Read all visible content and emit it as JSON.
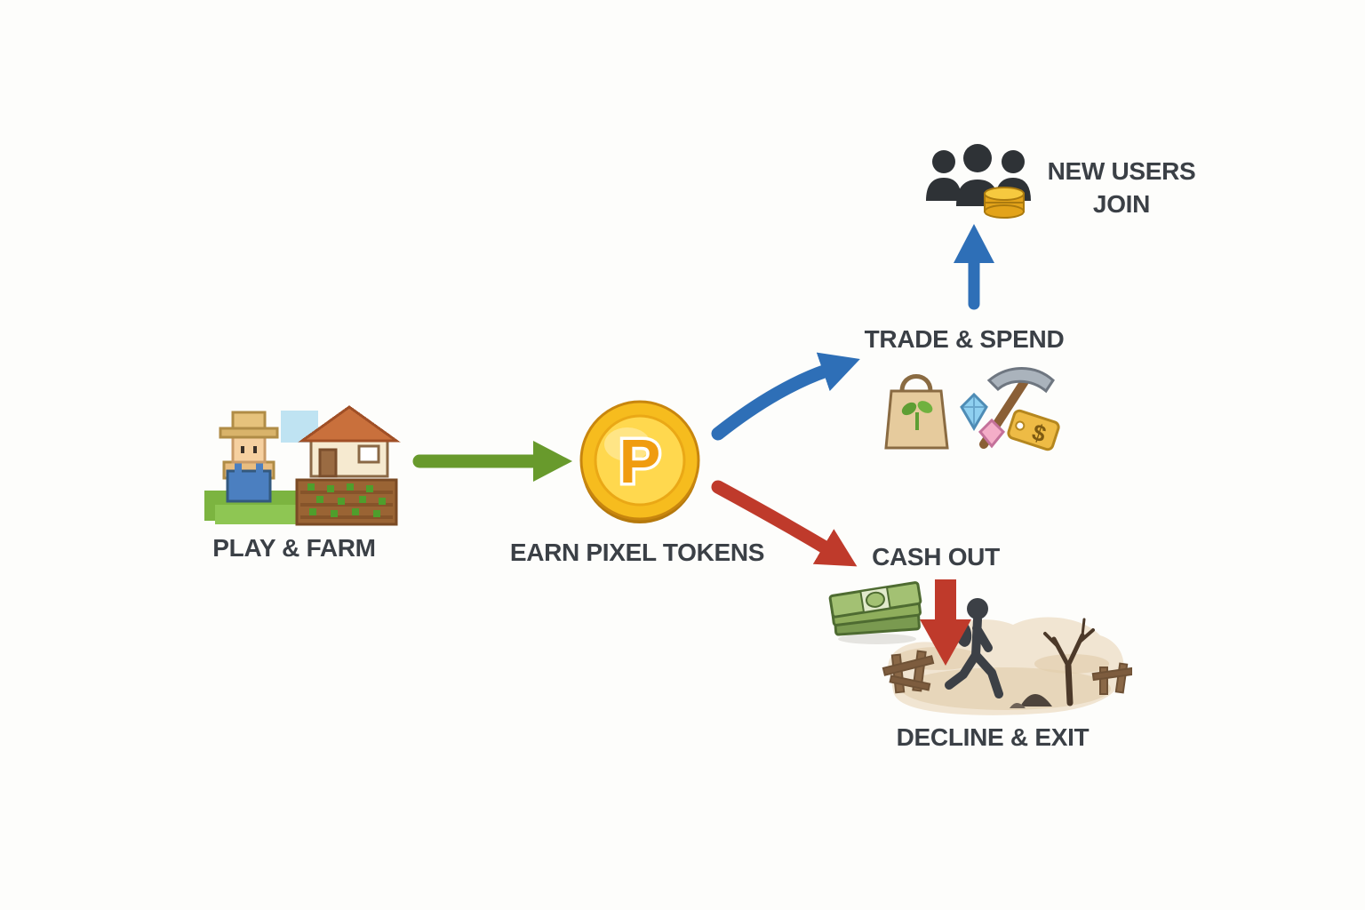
{
  "colors": {
    "background": "#fdfdfb",
    "text": "#3b4046",
    "arrow_green": "#689a2c",
    "arrow_blue": "#2e6fb7",
    "arrow_red": "#bf3a2b",
    "coin_gold": "#f6bc1e"
  },
  "nodes": {
    "play_farm": {
      "label": "PLAY & FARM"
    },
    "earn_tokens": {
      "label": "EARN PIXEL TOKENS",
      "coin_letter": "P"
    },
    "trade_spend": {
      "label": "TRADE & SPEND",
      "tag_symbol": "$"
    },
    "new_users": {
      "label_line1": "NEW USERS",
      "label_line2": "JOIN"
    },
    "cash_out": {
      "label": "CASH OUT"
    },
    "decline_exit": {
      "label": "DECLINE & EXIT"
    }
  },
  "edges": [
    {
      "from": "play_farm",
      "to": "earn_tokens",
      "color": "green",
      "style": "straight"
    },
    {
      "from": "earn_tokens",
      "to": "trade_spend",
      "color": "blue",
      "style": "curved"
    },
    {
      "from": "trade_spend",
      "to": "new_users",
      "color": "blue",
      "style": "straight-up"
    },
    {
      "from": "earn_tokens",
      "to": "cash_out",
      "color": "red",
      "style": "curved"
    },
    {
      "from": "cash_out",
      "to": "decline_exit",
      "color": "red",
      "style": "thick-down"
    }
  ]
}
